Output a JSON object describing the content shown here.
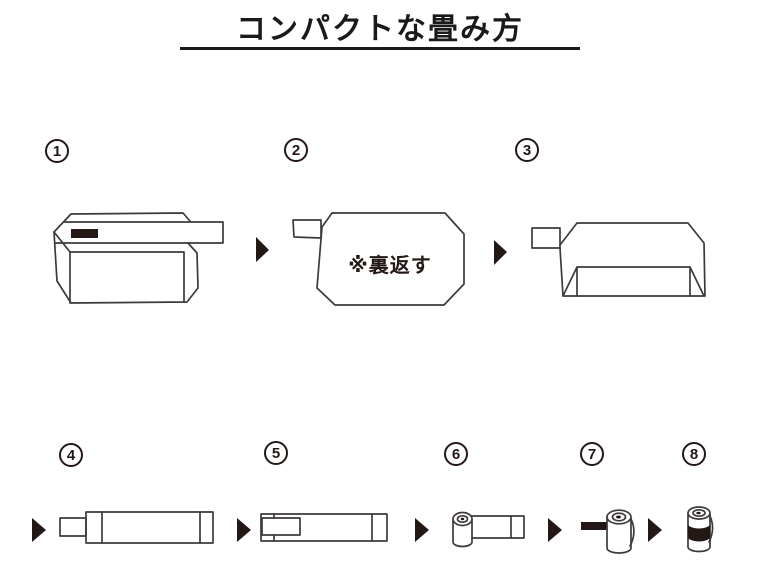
{
  "title": {
    "text": "コンパクトな畳み方"
  },
  "annotations": {
    "flip_note": "※裏返す"
  },
  "steps": [
    {
      "number": "1"
    },
    {
      "number": "2"
    },
    {
      "number": "3"
    },
    {
      "number": "4"
    },
    {
      "number": "5"
    },
    {
      "number": "6"
    },
    {
      "number": "7"
    },
    {
      "number": "8"
    }
  ],
  "icons": {
    "step_arrow": "right-triangle-arrow"
  },
  "colors": {
    "ink": "#231815",
    "line": "#3e3a39",
    "background": "#ffffff"
  }
}
